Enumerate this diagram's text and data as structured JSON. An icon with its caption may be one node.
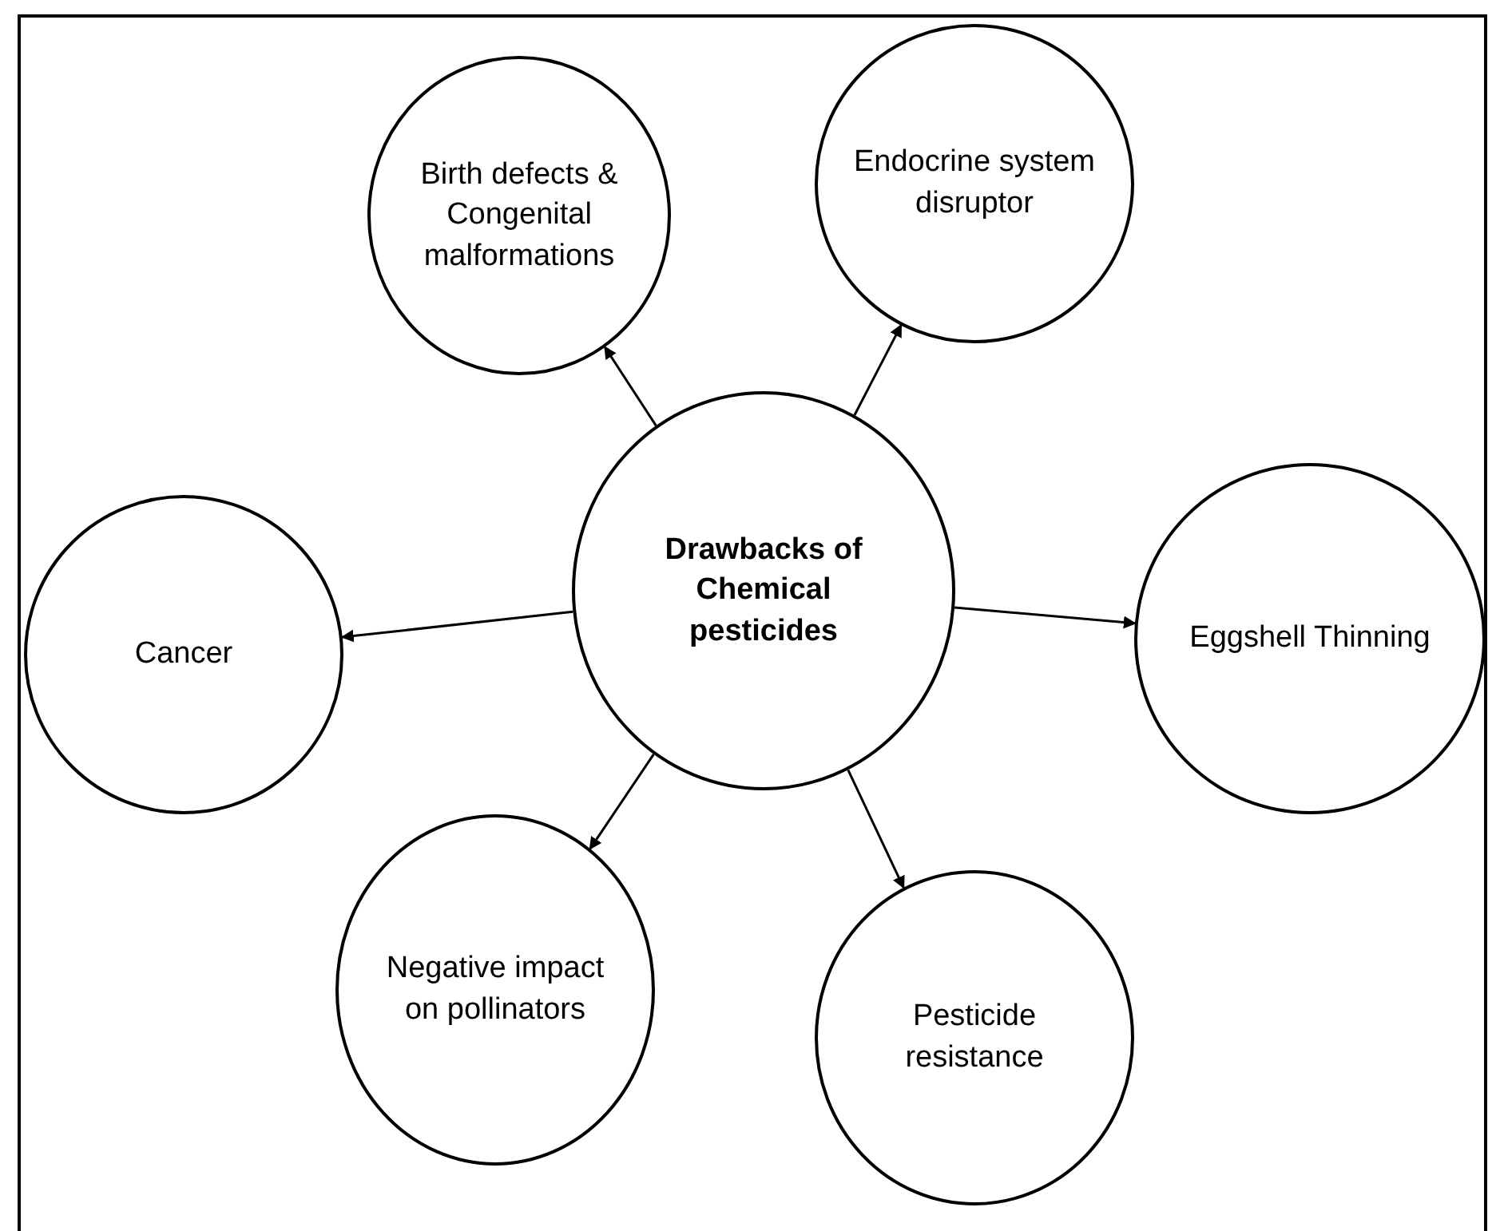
{
  "diagram": {
    "nodes": [
      {
        "text": [
          "Drawbacks of Chemical pesticides"
        ]
      },
      {
        "text": [
          "Birth defects & Congenital malformations"
        ]
      },
      {
        "text": [
          "Endocrine system disruptor"
        ]
      },
      {
        "text": [
          "Cancer"
        ]
      },
      {
        "text": [
          "Eggshell Thinning"
        ]
      },
      {
        "text": [
          "Negative impact on pollinators"
        ]
      },
      {
        "text": [
          "Pesticide resistance"
        ]
      }
    ],
    "edges": [
      {
        "from": 0,
        "to": 1,
        "arrow": "to"
      },
      {
        "from": 0,
        "to": 2,
        "arrow": "to"
      },
      {
        "from": 0,
        "to": 3,
        "arrow": "to"
      },
      {
        "from": 0,
        "to": 4,
        "arrow": "to"
      },
      {
        "from": 0,
        "to": 5,
        "arrow": "to"
      },
      {
        "from": 0,
        "to": 6,
        "arrow": "to"
      }
    ]
  }
}
